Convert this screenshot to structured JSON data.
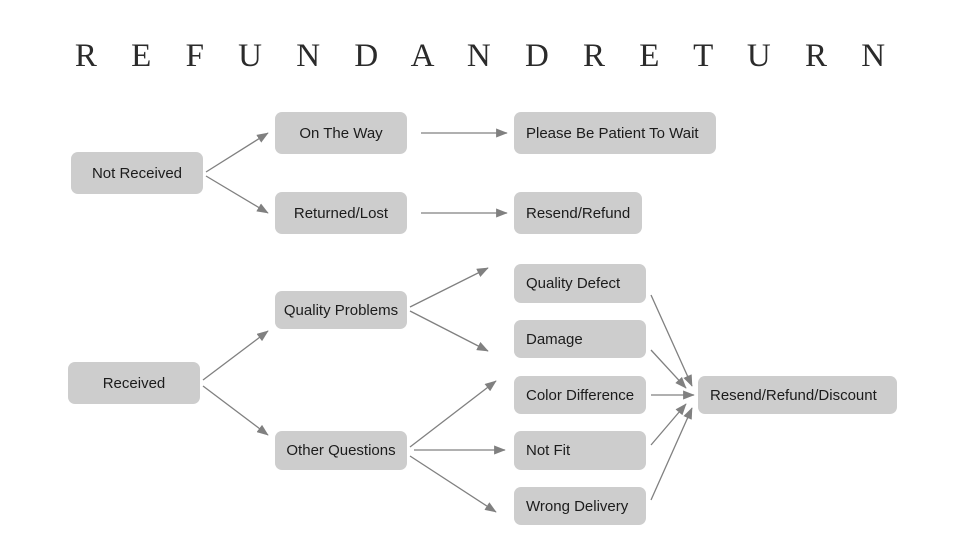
{
  "page": {
    "title": "R E F U N D   A N D   R E T U R N",
    "background_color": "#ffffff",
    "node_fill_color": "#cdcdcd",
    "node_text_color": "#1c1c1c",
    "edge_color": "#808080",
    "title_color": "#2b2b2b"
  },
  "nodes": {
    "not_received": "Not Received",
    "on_the_way": "On The Way",
    "returned_lost": "Returned/Lost",
    "please_be_patient": "Please Be Patient To Wait",
    "resend_refund": "Resend/Refund",
    "received": "Received",
    "quality_problems": "Quality Problems",
    "other_questions": "Other Questions",
    "quality_defect": "Quality Defect",
    "damage": "Damage",
    "color_difference": "Color Difference",
    "not_fit": "Not Fit",
    "wrong_delivery": "Wrong Delivery",
    "resend_refund_discount": "Resend/Refund/Discount"
  },
  "edges": [
    {
      "from": "not_received",
      "to": "on_the_way"
    },
    {
      "from": "not_received",
      "to": "returned_lost"
    },
    {
      "from": "on_the_way",
      "to": "please_be_patient"
    },
    {
      "from": "returned_lost",
      "to": "resend_refund"
    },
    {
      "from": "received",
      "to": "quality_problems"
    },
    {
      "from": "received",
      "to": "other_questions"
    },
    {
      "from": "quality_problems",
      "to": "quality_defect"
    },
    {
      "from": "quality_problems",
      "to": "damage"
    },
    {
      "from": "other_questions",
      "to": "color_difference"
    },
    {
      "from": "other_questions",
      "to": "not_fit"
    },
    {
      "from": "other_questions",
      "to": "wrong_delivery"
    },
    {
      "from": "quality_defect",
      "to": "resend_refund_discount"
    },
    {
      "from": "damage",
      "to": "resend_refund_discount"
    },
    {
      "from": "color_difference",
      "to": "resend_refund_discount"
    },
    {
      "from": "not_fit",
      "to": "resend_refund_discount"
    },
    {
      "from": "wrong_delivery",
      "to": "resend_refund_discount"
    }
  ]
}
